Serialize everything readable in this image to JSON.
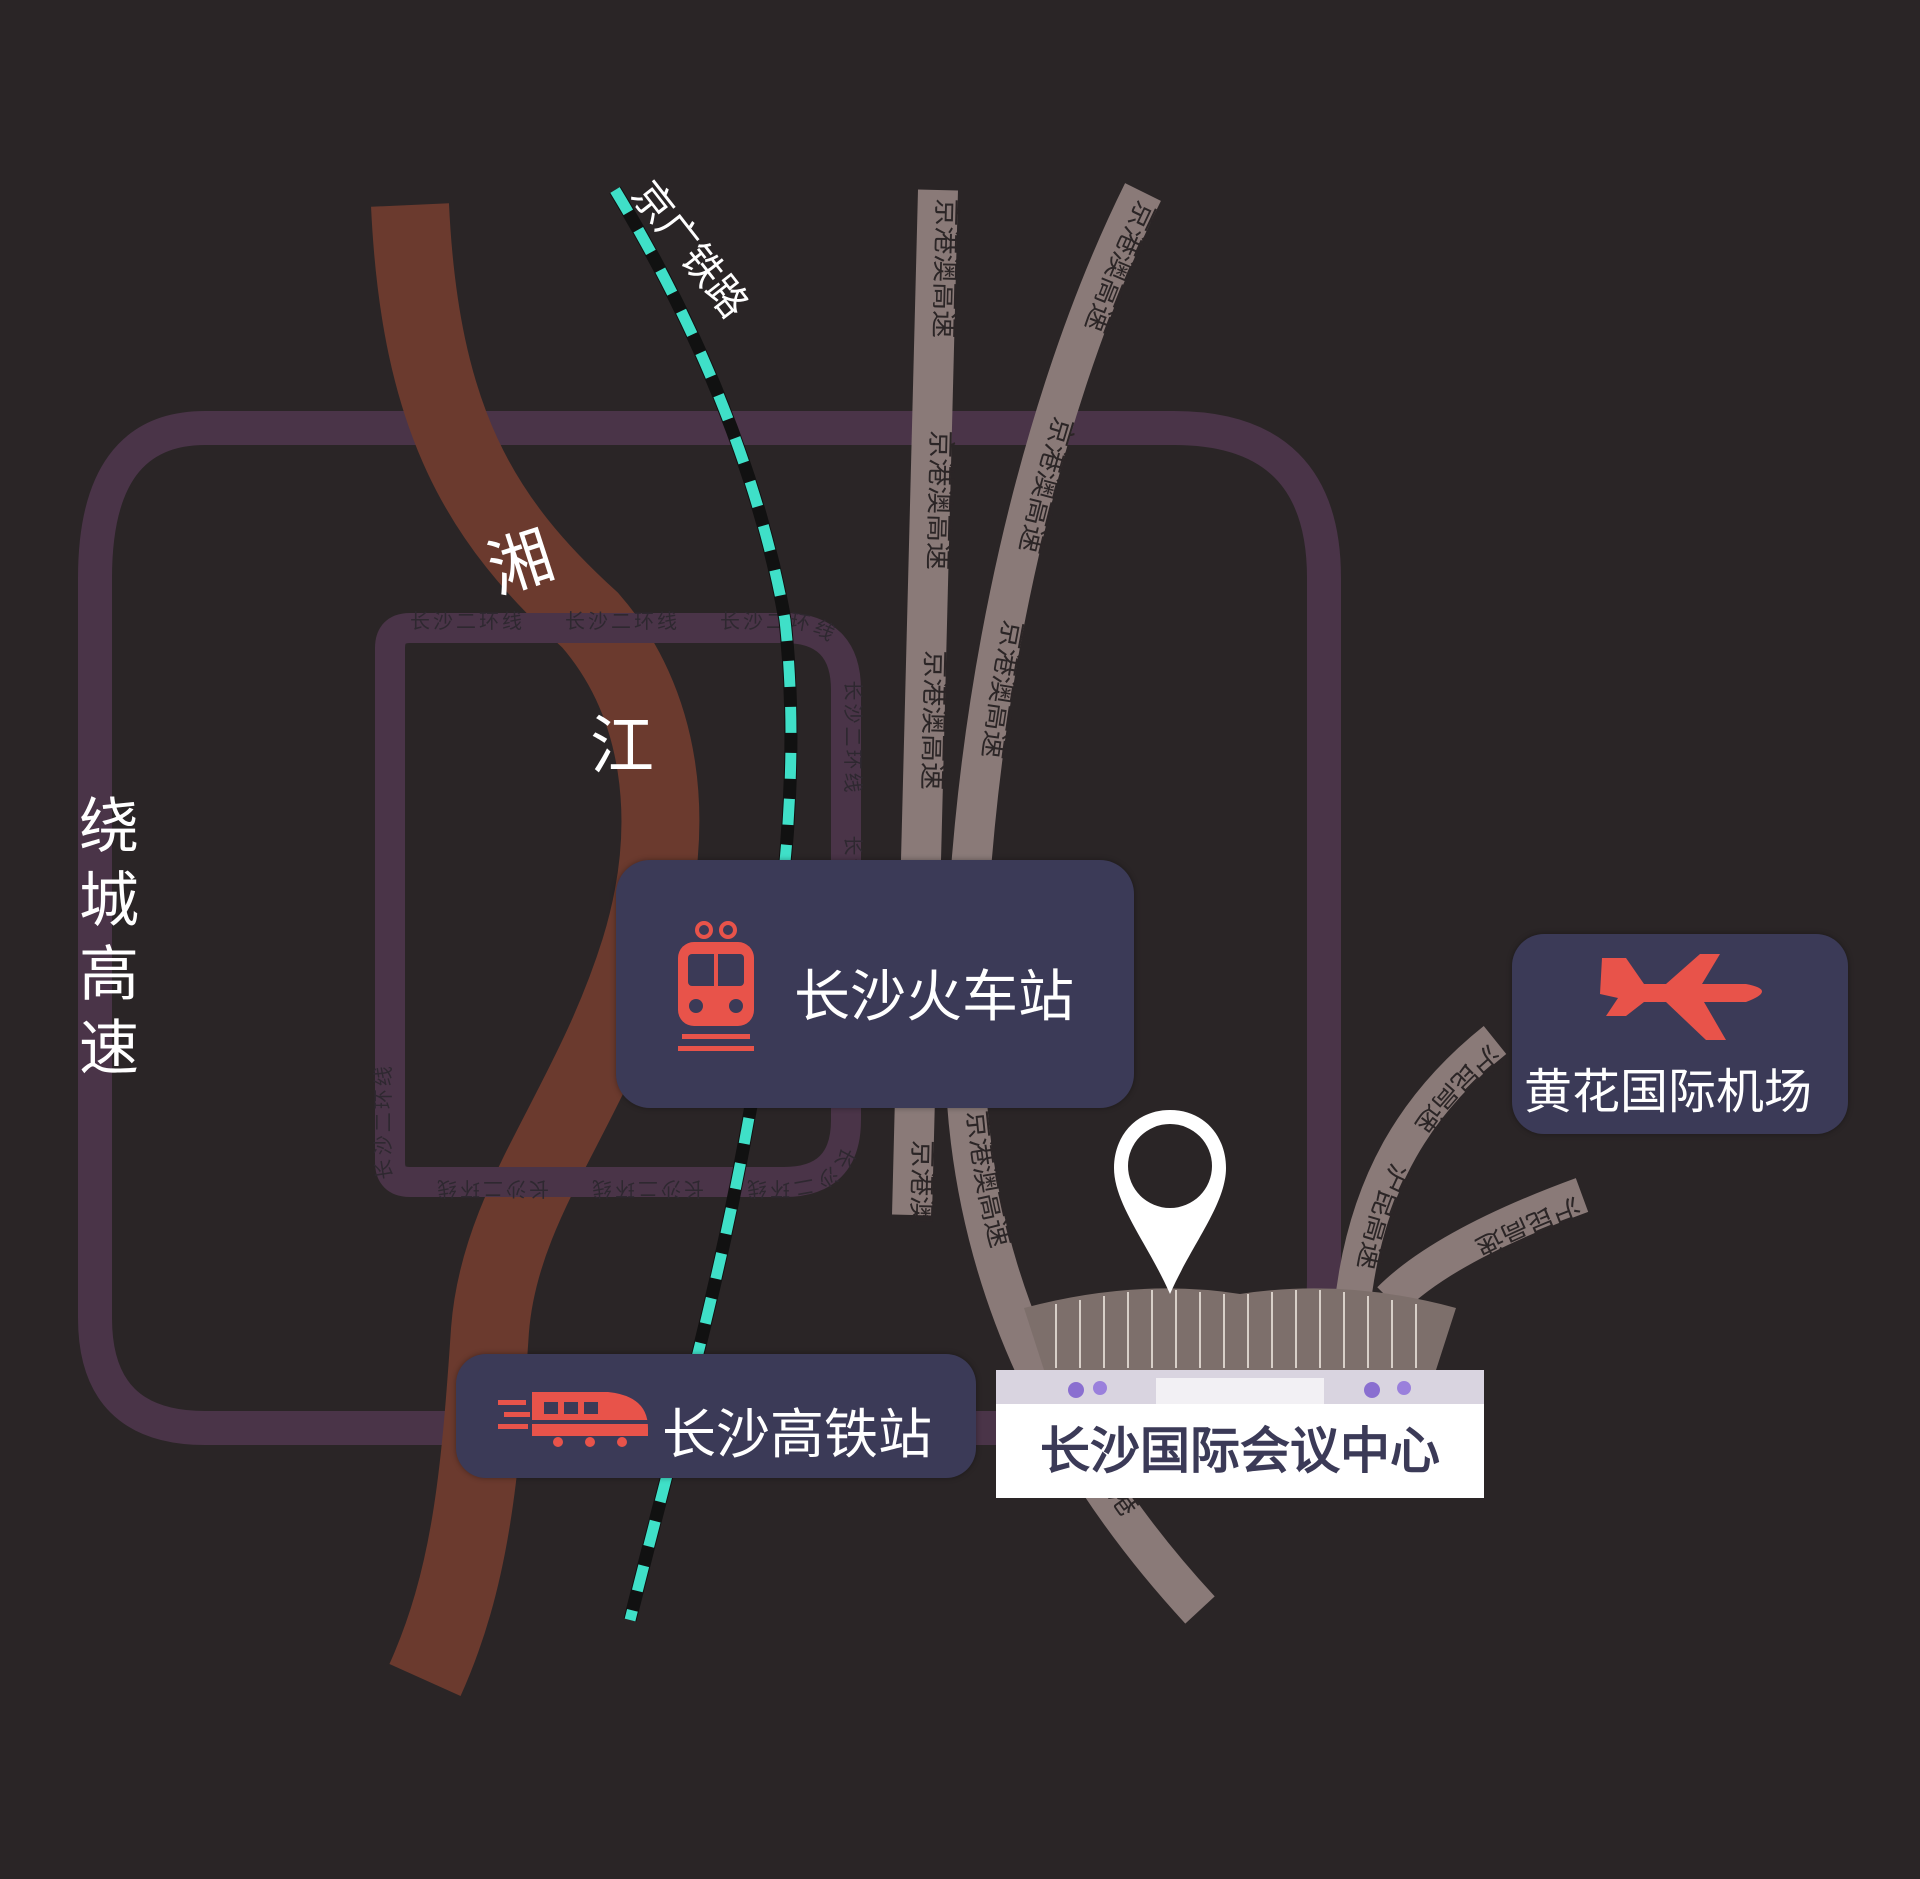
{
  "map": {
    "river": {
      "label_part1": "湘",
      "label_part2": "江"
    },
    "ring_expressway": {
      "label": "绕城高速"
    },
    "second_ring": {
      "label": "长沙二环线"
    },
    "railway": {
      "label": "京广铁路"
    },
    "expressway_jga": {
      "label": "京港澳高速",
      "label_short": "京港"
    },
    "expressway_hk": {
      "label": "沪昆高速"
    }
  },
  "places": {
    "train_station": {
      "label": "长沙火车站",
      "icon": "train-icon"
    },
    "hsr_station": {
      "label": "长沙高铁站",
      "icon": "high-speed-train-icon"
    },
    "airport": {
      "label": "黄花国际机场",
      "icon": "airplane-icon"
    },
    "venue": {
      "label": "长沙国际会议中心",
      "icon": "location-pin-icon"
    }
  },
  "colors": {
    "background": "#2a2526",
    "river": "#6b3a2e",
    "ring_road": "#4a3448",
    "second_ring": "#4a3448",
    "expressway": "#8a7a78",
    "railway": "#3fe0c8",
    "card": "#3b3a57",
    "icon_accent": "#e8534a"
  }
}
